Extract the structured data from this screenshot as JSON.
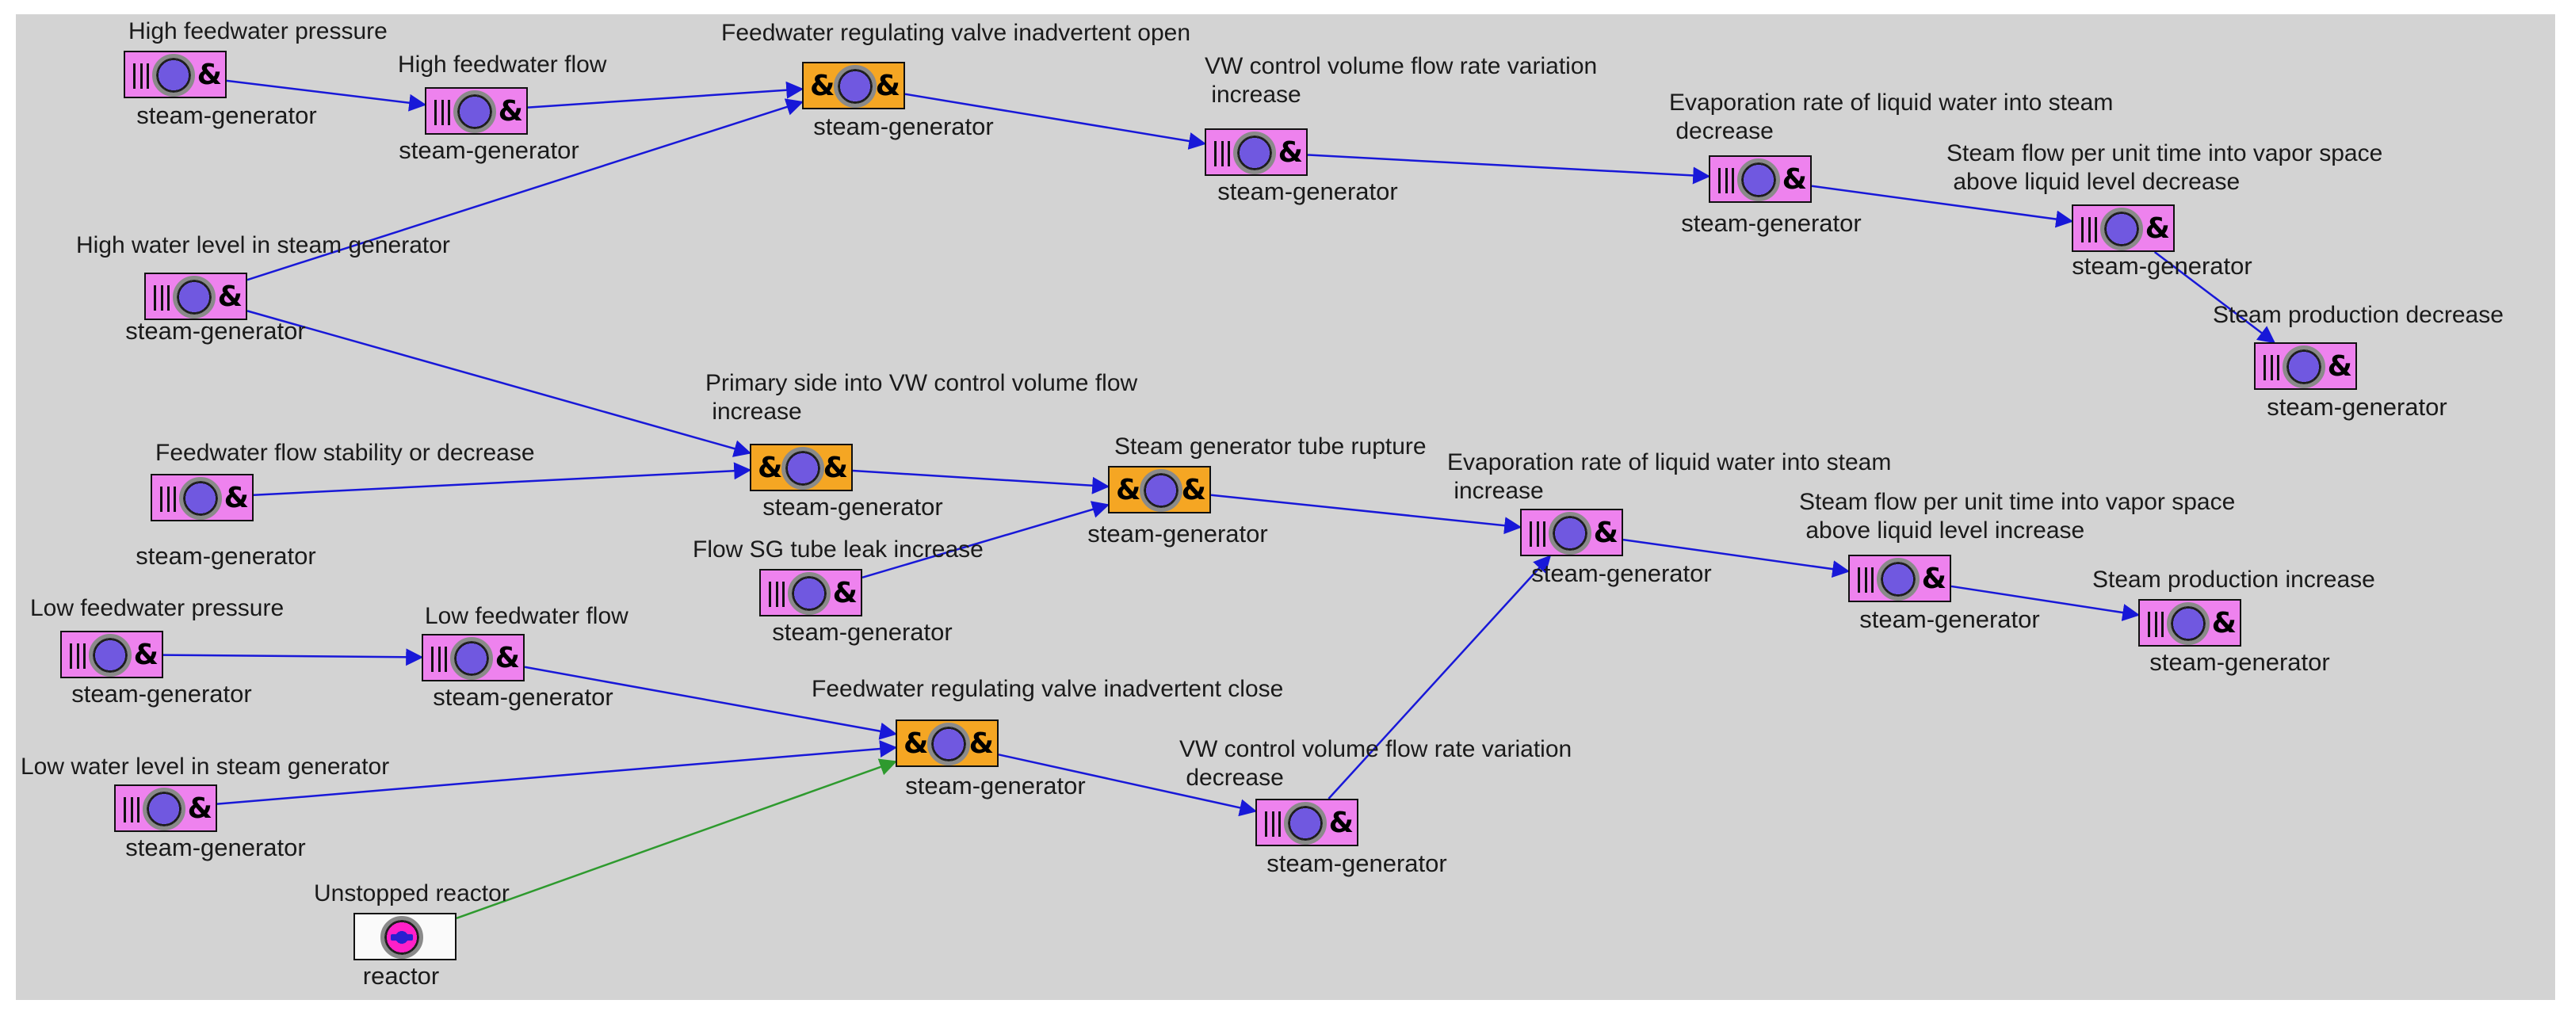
{
  "colors": {
    "canvas_bg": "#d3d3d3",
    "node_pink": "#ee82ee",
    "node_orange": "#f5a623",
    "edge_blue": "#1818d8",
    "edge_green": "#2e9a2e"
  },
  "icons": {
    "pink_node": "component-node-icon",
    "orange_node": "and-gate-node-icon",
    "reactor_node": "reactor-node-icon"
  },
  "nodes": {
    "n1": {
      "title": "High feedwater pressure",
      "sub": "steam-generator"
    },
    "n2": {
      "title": "High feedwater flow",
      "sub": "steam-generator"
    },
    "n3": {
      "title": "Feedwater regulating valve inadvertent open",
      "sub": "steam-generator"
    },
    "n4": {
      "title": "VW control volume flow rate variation\n increase",
      "sub": "steam-generator"
    },
    "n5": {
      "title": "Evaporation rate of liquid water into steam\n decrease",
      "sub": "steam-generator"
    },
    "n6": {
      "title": "Steam flow per unit time into vapor space\n above liquid level decrease",
      "sub": "steam-generator"
    },
    "n7": {
      "title": "Steam production decrease",
      "sub": "steam-generator"
    },
    "n8": {
      "title": "High water level in steam generator",
      "sub": "steam-generator"
    },
    "n9": {
      "title": "Feedwater flow stability or decrease",
      "sub": "steam-generator"
    },
    "n10": {
      "title": "Primary side into VW control volume flow\n increase",
      "sub": "steam-generator"
    },
    "n11": {
      "title": "Steam generator tube rupture",
      "sub": "steam-generator"
    },
    "n12": {
      "title": "Flow SG tube leak increase",
      "sub": "steam-generator"
    },
    "n13": {
      "title": "Evaporation rate of liquid water into steam\n increase",
      "sub": "steam-generator"
    },
    "n14": {
      "title": "Steam flow per unit time into vapor space\n above liquid level increase",
      "sub": "steam-generator"
    },
    "n15": {
      "title": "Steam production increase",
      "sub": "steam-generator"
    },
    "n16": {
      "title": "Low feedwater pressure",
      "sub": "steam-generator"
    },
    "n17": {
      "title": "Low feedwater flow",
      "sub": "steam-generator"
    },
    "n18": {
      "title": "Feedwater regulating valve inadvertent close",
      "sub": "steam-generator"
    },
    "n19": {
      "title": "Low water level in steam generator",
      "sub": "steam-generator"
    },
    "n20": {
      "title": "VW control volume flow rate variation\n decrease",
      "sub": "steam-generator"
    },
    "n21": {
      "title": "Unstopped reactor",
      "sub": "reactor"
    }
  },
  "edges": [
    {
      "from": "n1",
      "to": "n2",
      "color": "blue"
    },
    {
      "from": "n2",
      "to": "n3",
      "color": "blue"
    },
    {
      "from": "n8",
      "to": "n3",
      "color": "blue"
    },
    {
      "from": "n3",
      "to": "n4",
      "color": "blue"
    },
    {
      "from": "n4",
      "to": "n5",
      "color": "blue"
    },
    {
      "from": "n5",
      "to": "n6",
      "color": "blue"
    },
    {
      "from": "n6",
      "to": "n7",
      "color": "blue"
    },
    {
      "from": "n8",
      "to": "n10",
      "color": "blue"
    },
    {
      "from": "n9",
      "to": "n10",
      "color": "blue"
    },
    {
      "from": "n10",
      "to": "n11",
      "color": "blue"
    },
    {
      "from": "n12",
      "to": "n11",
      "color": "blue"
    },
    {
      "from": "n11",
      "to": "n13",
      "color": "blue"
    },
    {
      "from": "n13",
      "to": "n14",
      "color": "blue"
    },
    {
      "from": "n14",
      "to": "n15",
      "color": "blue"
    },
    {
      "from": "n16",
      "to": "n17",
      "color": "blue"
    },
    {
      "from": "n17",
      "to": "n18",
      "color": "blue"
    },
    {
      "from": "n19",
      "to": "n18",
      "color": "blue"
    },
    {
      "from": "n21",
      "to": "n18",
      "color": "green"
    },
    {
      "from": "n18",
      "to": "n20",
      "color": "blue"
    },
    {
      "from": "n20",
      "to": "n13",
      "color": "blue"
    }
  ]
}
